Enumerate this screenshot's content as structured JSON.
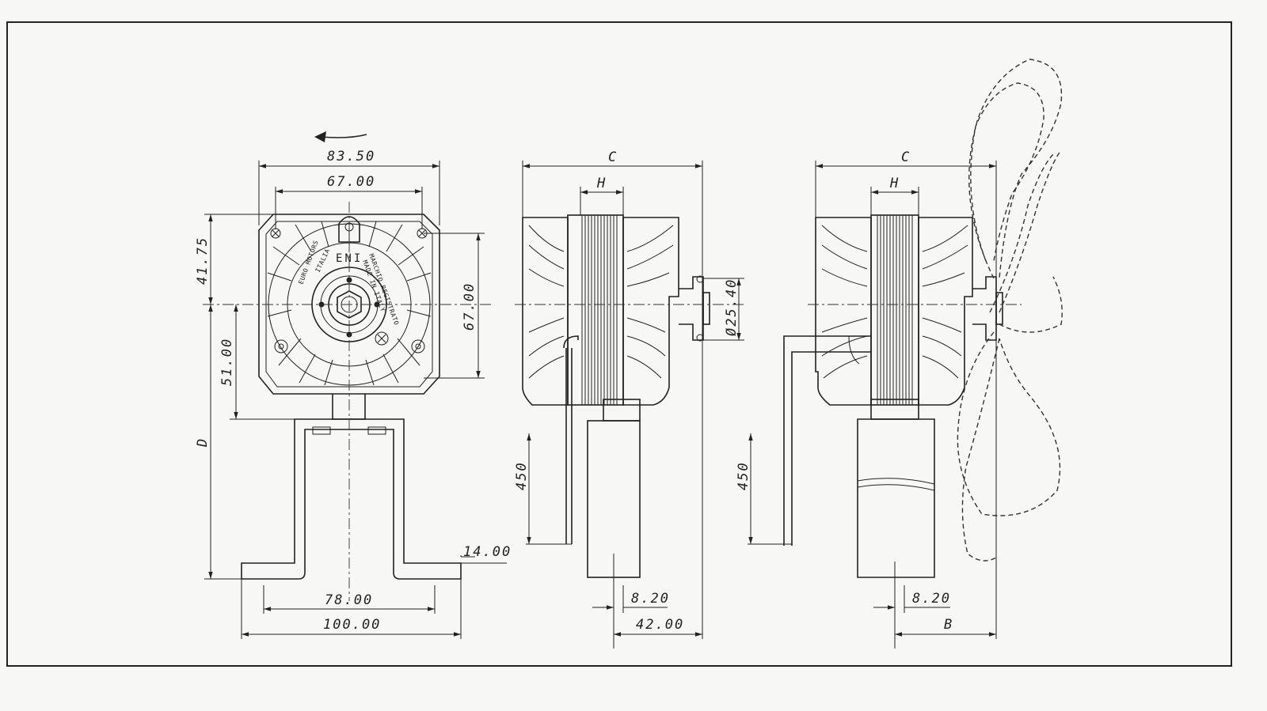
{
  "drawing": {
    "views": [
      "front",
      "side",
      "side-with-fan"
    ]
  },
  "front_view": {
    "dims": {
      "w_overall": "83.50",
      "w_holes": "67.00",
      "h_top": "41.75",
      "h_right": "67.00",
      "h_low": "51.00",
      "d": "D",
      "base_inner": "78.00",
      "base_outer": "100.00",
      "foot": "14.00"
    },
    "labels": {
      "brand": "EURO MOTORS",
      "country": "ITALIA",
      "logo": "ENI",
      "trademark": "MARCHIO REGISTRATO",
      "made_in": "MADE IN ITALY"
    }
  },
  "side_view": {
    "dims": {
      "c": "C",
      "h": "H",
      "shaft_dia": "Ø25.40",
      "lead": "450",
      "shaft": "8.20",
      "offset": "42.00"
    }
  },
  "fan_view": {
    "dims": {
      "c": "C",
      "h": "H",
      "lead": "450",
      "shaft": "8.20",
      "b": "B"
    }
  }
}
